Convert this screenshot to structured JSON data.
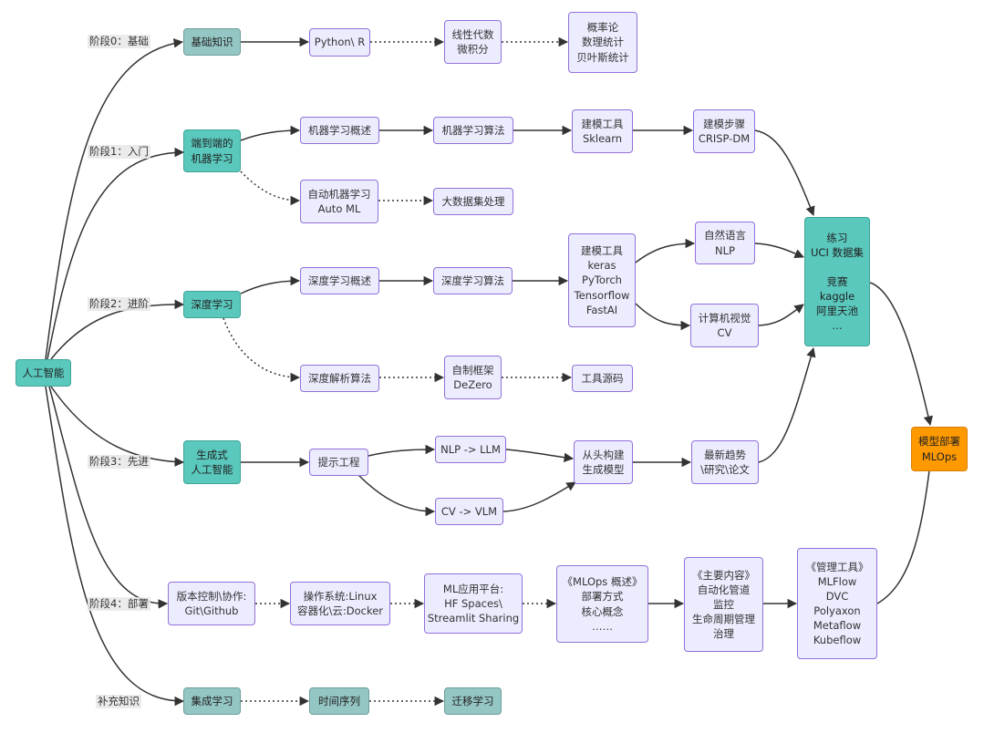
{
  "nodes": {
    "ai": [
      "人工智能"
    ],
    "s0": [
      "基础知识"
    ],
    "py": [
      "Python\\ R"
    ],
    "la": [
      "线性代数",
      "微积分"
    ],
    "prob": [
      "概率论",
      "数理统计",
      "贝叶斯统计"
    ],
    "s1": [
      "端到端的",
      "机器学习"
    ],
    "mlov": [
      "机器学习概述"
    ],
    "mlalg": [
      "机器学习算法"
    ],
    "tool1": [
      "建模工具",
      "Sklearn"
    ],
    "steps": [
      "建模步骤",
      "CRISP-DM"
    ],
    "automl": [
      "自动机器学习",
      "Auto ML"
    ],
    "bigdata": [
      "大数据集处理"
    ],
    "practice": [
      "练习",
      "UCI 数据集",
      "",
      "竞赛",
      "kaggle",
      "阿里天池",
      "…"
    ],
    "s2": [
      "深度学习"
    ],
    "dlov": [
      "深度学习概述"
    ],
    "dlalg": [
      "深度学习算法"
    ],
    "tool2": [
      "建模工具",
      "keras",
      "PyTorch",
      "Tensorflow",
      "FastAI"
    ],
    "nlp": [
      "自然语言",
      "NLP"
    ],
    "cv": [
      "计算机视觉",
      "CV"
    ],
    "dlparse": [
      "深度解析算法"
    ],
    "dezero": [
      "自制框架",
      "DeZero"
    ],
    "src": [
      "工具源码"
    ],
    "deploy": [
      "模型部署",
      "MLOps"
    ],
    "s3": [
      "生成式",
      "人工智能"
    ],
    "prompt": [
      "提示工程"
    ],
    "nlpllm": [
      "NLP -> LLM"
    ],
    "cvvlm": [
      "CV -> VLM"
    ],
    "scratch": [
      "从头构建",
      "生成模型"
    ],
    "trend": [
      "最新趋势",
      "\\研究\\论文"
    ],
    "vc": [
      "版本控制\\协作:",
      "Git\\Github"
    ],
    "os": [
      "操作系统:Linux",
      "容器化\\云:Docker"
    ],
    "platform": [
      "ML应用平台:",
      "HF Spaces\\",
      "Streamlit Sharing"
    ],
    "mlopsov": [
      "《MLOps 概述》",
      "部署方式",
      "核心概念",
      "……"
    ],
    "content": [
      "《主要内容》",
      "自动化管道",
      "监控",
      "生命周期管理",
      "治理"
    ],
    "mgmt": [
      "《管理工具》",
      "MLFlow",
      "DVC",
      "Polyaxon",
      "Metaflow",
      "Kubeflow"
    ],
    "ens": [
      "集成学习"
    ],
    "ts": [
      "时间序列"
    ],
    "tl": [
      "迁移学习"
    ]
  },
  "edge_labels": {
    "stage0": "阶段0：基础",
    "stage1": "阶段1：入门",
    "stage2": "阶段2：进阶",
    "stage3": "阶段3：先进",
    "stage4": "阶段4：部署",
    "extra": "补充知识"
  },
  "colors": {
    "edge": "#333333",
    "node_fill": "#ececff",
    "node_border": "#9370db",
    "stage_fill": "#5ac8bd",
    "extra_fill": "#94c6c3",
    "deploy_fill": "#ff9900",
    "label_bg": "#e8e8e8"
  }
}
